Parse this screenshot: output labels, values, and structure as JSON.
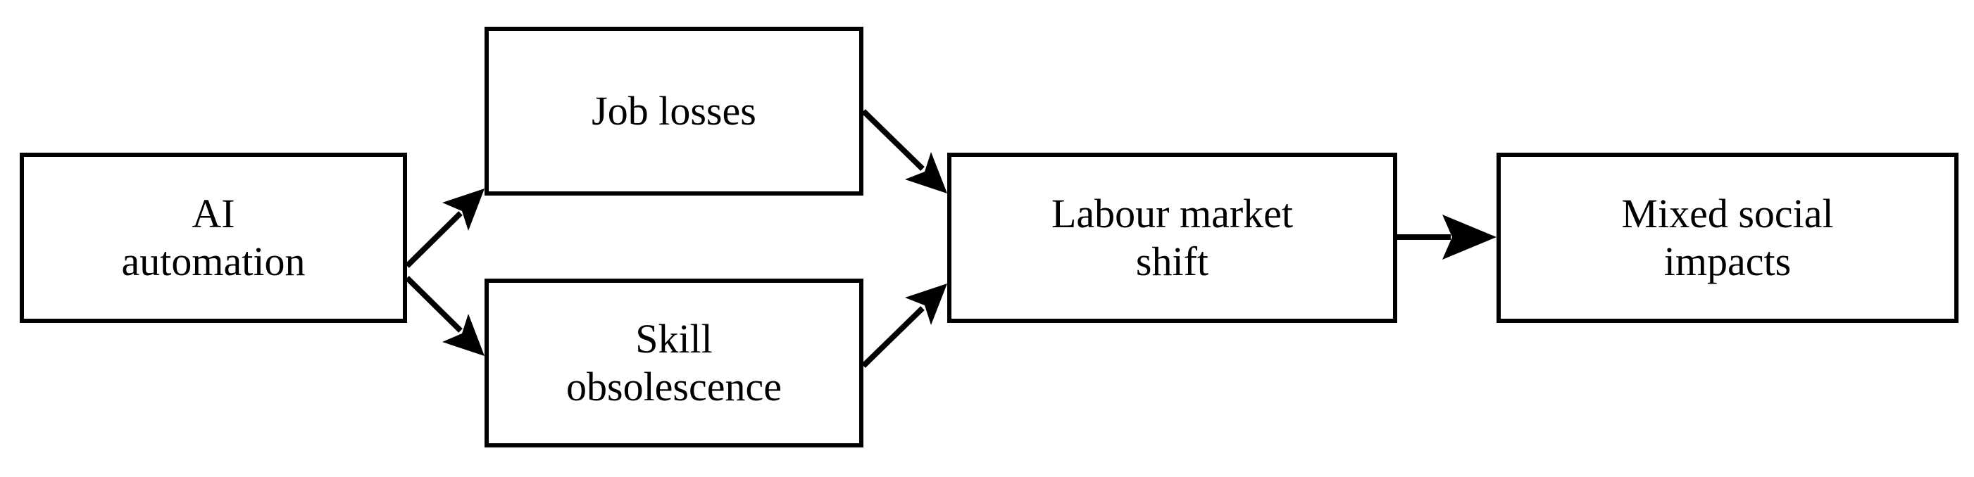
{
  "diagram": {
    "type": "flowchart",
    "orientation": "left-to-right",
    "title": "",
    "background_color": "#ffffff",
    "line_color": "#000000",
    "text_color": "#000000",
    "nodes": [
      {
        "id": "ai-automation",
        "label": "AI\nautomation",
        "line1": "AI",
        "line2": "automation",
        "shape": "rectangle"
      },
      {
        "id": "job-losses",
        "label": "Job losses",
        "line1": "Job losses",
        "line2": "",
        "shape": "rectangle"
      },
      {
        "id": "skill-obsolescence",
        "label": "Skill\nobsolescence",
        "line1": "Skill",
        "line2": "obsolescence",
        "shape": "rectangle"
      },
      {
        "id": "labour-market-shift",
        "label": "Labour market\nshift",
        "line1": "Labour market",
        "line2": "shift",
        "shape": "rectangle"
      },
      {
        "id": "mixed-social-impacts",
        "label": "Mixed social\nimpacts",
        "line1": "Mixed social",
        "line2": "impacts",
        "shape": "rectangle"
      }
    ],
    "edges": [
      {
        "id": "edge-ai-to-job-losses",
        "from": "ai-automation",
        "to": "job-losses",
        "label": "",
        "style": "solid-arrow",
        "direction": "up-right"
      },
      {
        "id": "edge-ai-to-skill-obsolescence",
        "from": "ai-automation",
        "to": "skill-obsolescence",
        "label": "",
        "style": "solid-arrow",
        "direction": "down-right"
      },
      {
        "id": "edge-job-losses-to-labour-shift",
        "from": "job-losses",
        "to": "labour-market-shift",
        "label": "",
        "style": "solid-arrow",
        "direction": "down-right"
      },
      {
        "id": "edge-skill-obs-to-labour-shift",
        "from": "skill-obsolescence",
        "to": "labour-market-shift",
        "label": "",
        "style": "solid-arrow",
        "direction": "up-right"
      },
      {
        "id": "edge-labour-shift-to-impacts",
        "from": "labour-market-shift",
        "to": "mixed-social-impacts",
        "label": "",
        "style": "solid-arrow",
        "direction": "right"
      }
    ]
  }
}
